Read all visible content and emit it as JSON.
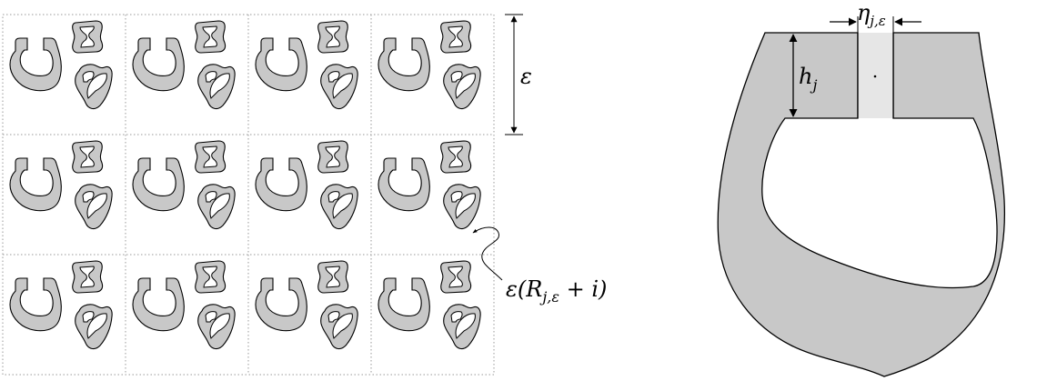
{
  "figure": {
    "colors": {
      "resonator_fill": "#c8c8c8",
      "stroke": "#000000",
      "slit_fill": "#e6e6e6",
      "grid_line": "#9a9a9a"
    },
    "grid": {
      "rows": 3,
      "cols": 4,
      "cell_contents": [
        "c-shaped-resonator",
        "bowtie-resonator",
        "heart-resonator"
      ]
    },
    "labels": {
      "epsilon": "ε",
      "scaled_set_prefix": "ε(R",
      "scaled_set_sub": "j,ε",
      "scaled_set_suffix": " + i)",
      "height": "h",
      "height_sub": "j",
      "width": "η",
      "width_sub": "j,ε"
    }
  }
}
